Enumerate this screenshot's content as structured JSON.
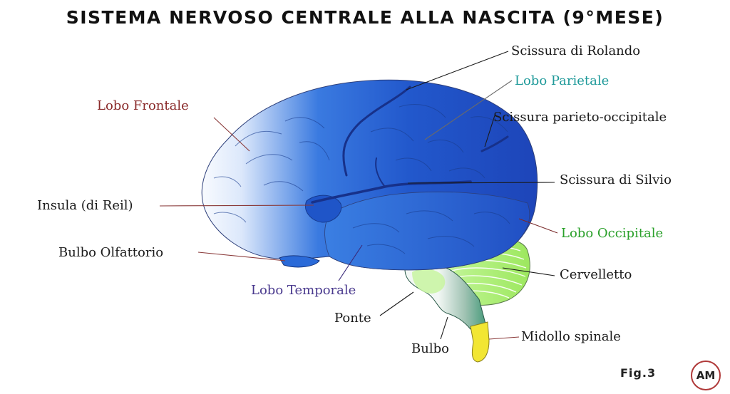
{
  "title": "SISTEMA NERVOSO CENTRALE ALLA NASCITA (9°MESE)",
  "colors": {
    "frontal_label": "#8a2a2a",
    "parietal_label": "#1f9a9a",
    "occipital_label": "#2aa02a",
    "temporal_label": "#4a3a8e",
    "brain_deep": "#1f4fc4",
    "brain_light": "#ffffff",
    "cerebellum": "#a6f06b",
    "spinal_cord": "#f2e633"
  },
  "labels": {
    "scissura_rolando": "Scissura di Rolando",
    "lobo_parietale": "Lobo Parietale",
    "lobo_frontale": "Lobo Frontale",
    "scissura_parieto_occipitale": "Scissura parieto-occipitale",
    "scissura_silvio": "Scissura di Silvio",
    "insula": "Insula (di Reil)",
    "lobo_occipitale": "Lobo Occipitale",
    "bulbo_olfattorio": "Bulbo Olfattorio",
    "cervelletto": "Cervelletto",
    "lobo_temporale": "Lobo Temporale",
    "ponte": "Ponte",
    "midollo_spinale": "Midollo spinale",
    "bulbo": "Bulbo"
  },
  "figure": {
    "caption": "Fig.3",
    "badge": "AM"
  }
}
